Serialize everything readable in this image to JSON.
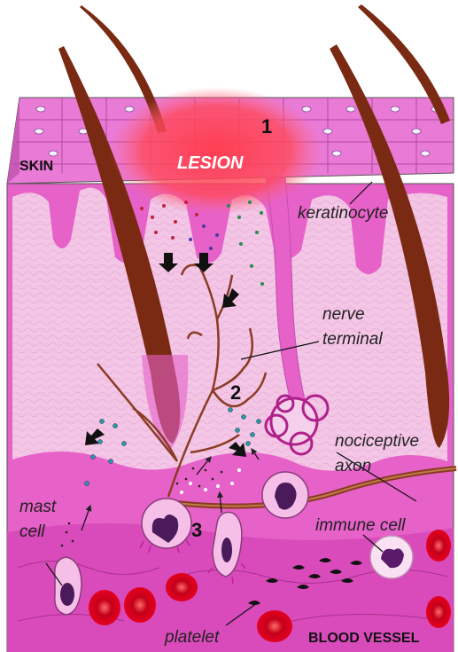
{
  "labels": {
    "skin": "SKIN",
    "lesion": "LESION",
    "keratinocyte": "keratinocyte",
    "nerve_terminal_1": "nerve",
    "nerve_terminal_2": "terminal",
    "nociceptive_1": "nociceptive",
    "nociceptive_2": "axon",
    "mast_1": "mast",
    "mast_2": "cell",
    "immune_cell": "immune cell",
    "platelet": "platelet",
    "blood_vessel": "BLOOD VESSEL"
  },
  "steps": {
    "one": "1",
    "two": "2",
    "three": "3"
  },
  "colors": {
    "skin_top": "#e97ad6",
    "dermis": "#f3c6e6",
    "tissue": "#e661c8",
    "hair": "#7a2a12",
    "nerve": "#8a3b22",
    "lesion": "#ff3b4a",
    "rbc": "#e0001a",
    "mast_cell": "#f5bfe8"
  }
}
